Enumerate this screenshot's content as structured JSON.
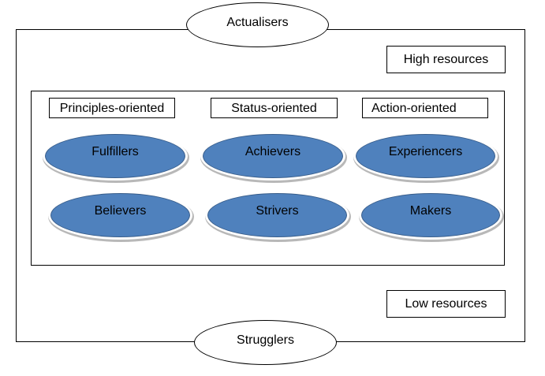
{
  "top_ellipse": "Actualisers",
  "bottom_ellipse": "Strugglers",
  "high_resources": "High resources",
  "low_resources": "Low resources",
  "orientations": [
    "Principles-oriented",
    "Status-oriented",
    "Action-oriented"
  ],
  "segments": [
    {
      "label": "Fulfillers"
    },
    {
      "label": "Achievers"
    },
    {
      "label": "Experiencers"
    },
    {
      "label": "Believers"
    },
    {
      "label": "Strivers"
    },
    {
      "label": "Makers"
    }
  ],
  "colors": {
    "segment_fill": "#4f81bd",
    "segment_border": "#385d8a"
  }
}
